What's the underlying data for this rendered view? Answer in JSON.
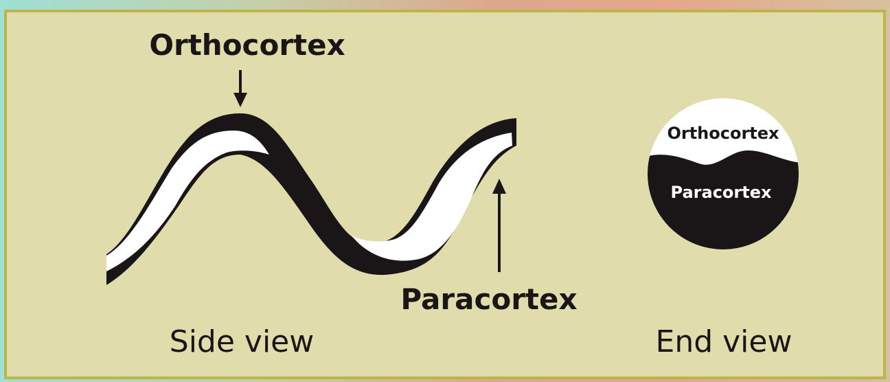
{
  "side_view": {
    "top_label": "Orthocortex",
    "bottom_label": "Paracortex",
    "caption": "Side view"
  },
  "end_view": {
    "top_label": "Orthocortex",
    "bottom_label": "Paracortex",
    "caption": "End view"
  },
  "colors": {
    "panel": "#e1dcab",
    "border": "#bcb64a",
    "ink": "#1a1617",
    "white": "#ffffff"
  }
}
